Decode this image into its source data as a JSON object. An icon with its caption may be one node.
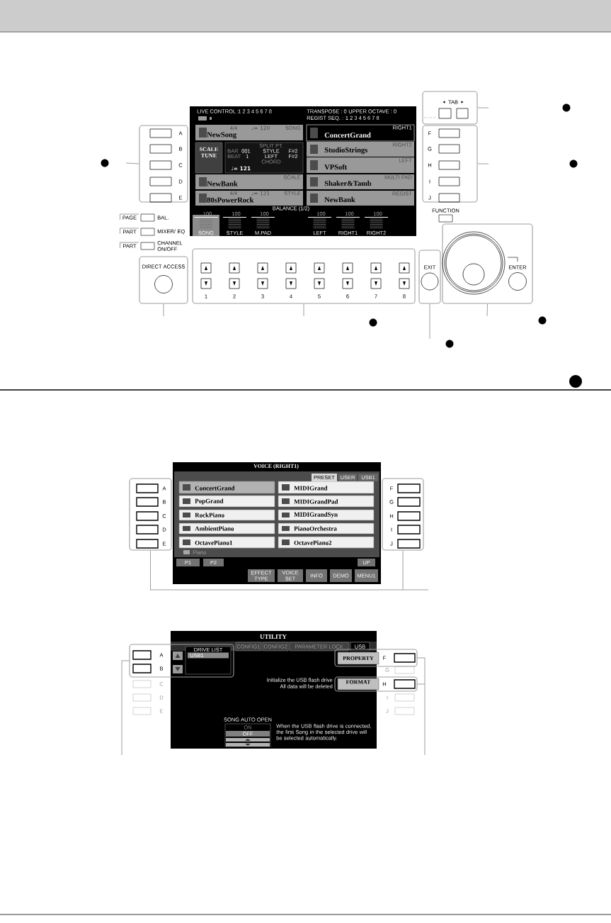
{
  "diagram": {
    "nodes": [
      {
        "text": [
          "A",
          "B",
          "C",
          "D",
          "E"
        ]
      },
      {
        "text": [
          "TAB"
        ]
      },
      {
        "text": [
          "F",
          "G",
          "H",
          "I",
          "J"
        ]
      },
      {
        "text": [
          "4/4",
          "♩= 120",
          "SONG",
          "NewSong"
        ]
      },
      {
        "text": [
          "SCALE TUNE"
        ]
      },
      {
        "text": [
          "BAR",
          "001",
          "BEAT",
          "1",
          "SPLIT PT.",
          "STYLE",
          "F#2",
          "LEFT",
          "F#2",
          "CHORD",
          "♩= 121"
        ]
      },
      {
        "text": [
          "SCALE",
          "NewBank"
        ]
      },
      {
        "text": [
          "4/4",
          "♩= 121",
          "STYLE",
          "80sPowerRock"
        ]
      },
      {
        "text": [
          "RIGHT1",
          "ConcertGrand"
        ]
      },
      {
        "text": [
          "RIGHT2",
          "StudioStrings"
        ]
      },
      {
        "text": [
          "LEFT",
          "VPSoft"
        ]
      },
      {
        "text": [
          "MULTI PAD",
          "Shaker&Tamb"
        ]
      },
      {
        "text": [
          "REGIST",
          "NewBank"
        ]
      },
      {
        "text": [
          "DIRECT ACCESS"
        ]
      },
      {
        "text": [
          "1",
          "2",
          "3",
          "4",
          "5",
          "6",
          "7",
          "8"
        ]
      },
      {
        "text": [
          "EXIT"
        ]
      },
      {
        "text": [
          "ENTER"
        ]
      },
      {
        "text": [
          "A",
          "B",
          "C",
          "D",
          "E"
        ]
      },
      {
        "text": [
          "ConcertGrand"
        ]
      },
      {
        "text": [
          "MIDIGrand"
        ]
      },
      {
        "text": [
          "PopGrand"
        ]
      },
      {
        "text": [
          "MIDIGrandPad"
        ]
      },
      {
        "text": [
          "RockPiano"
        ]
      },
      {
        "text": [
          "MIDIGrandSyn"
        ]
      },
      {
        "text": [
          "AmbientPiano"
        ]
      },
      {
        "text": [
          "PianoOrchestra"
        ]
      },
      {
        "text": [
          "OctavePiano1"
        ]
      },
      {
        "text": [
          "OctavePiano2"
        ]
      },
      {
        "text": [
          "F",
          "G",
          "H",
          "I",
          "J"
        ]
      },
      {
        "text": [
          "PRESET"
        ]
      },
      {
        "text": [
          "USER"
        ]
      },
      {
        "text": [
          "USB1"
        ]
      },
      {
        "text": [
          "P1"
        ]
      },
      {
        "text": [
          "P2"
        ]
      },
      {
        "text": [
          "UP"
        ]
      },
      {
        "text": [
          "EFFECT TYPE"
        ]
      },
      {
        "text": [
          "VOICE SET"
        ]
      },
      {
        "text": [
          "INFO"
        ]
      },
      {
        "text": [
          "DEMO"
        ]
      },
      {
        "text": [
          "MENU1"
        ]
      },
      {
        "text": [
          "CONFIG1"
        ]
      },
      {
        "text": [
          "CONFIG2"
        ]
      },
      {
        "text": [
          "PARAMETER LOCK"
        ]
      },
      {
        "text": [
          "USB"
        ]
      },
      {
        "text": [
          "A",
          "B"
        ]
      },
      {
        "text": [
          "DRIVE LIST",
          "USB1"
        ],
        "in": 44
      },
      {
        "text": [
          "F"
        ]
      },
      {
        "text": [
          "PROPERTY"
        ],
        "in": 46
      },
      {
        "text": [
          "H"
        ]
      },
      {
        "text": [
          "FORMAT"
        ],
        "in": 48
      },
      {
        "text": [
          "SONG AUTO OPEN",
          "ON",
          "OFF"
        ]
      }
    ],
    "edges": [
      {
        "from": 0,
        "to": null,
        "arrow": "none"
      },
      {
        "from": 1,
        "to": null,
        "arrow": "none"
      },
      {
        "from": 2,
        "to": null,
        "arrow": "none"
      },
      {
        "from": 13,
        "to": null,
        "arrow": "none"
      },
      {
        "from": 14,
        "to": null,
        "arrow": "none"
      },
      {
        "from": 15,
        "to": null,
        "arrow": "none"
      },
      {
        "from": 16,
        "to": null,
        "arrow": "none"
      },
      {
        "from": 17,
        "to": null,
        "arrow": "none"
      },
      {
        "from": 28,
        "to": null,
        "arrow": "none"
      },
      {
        "from": 44,
        "to": null,
        "arrow": "none"
      },
      {
        "from": 46,
        "to": null,
        "arrow": "none"
      },
      {
        "from": 48,
        "to": null,
        "arrow": "none"
      }
    ],
    "labels": [
      "LIVE CONTROL :",
      "1 2 3 4 5 6 7 8",
      "TRANSPOSE : 0",
      "UPPER OCTAVE : 0",
      "REGIST SEQ. : 1 2 3 4 5 6 7 8",
      "BALANCE (1/2)",
      "100",
      "100",
      "100",
      "100",
      "100",
      "100",
      "SONG",
      "STYLE",
      "M.PAD",
      "LEFT",
      "RIGHT1",
      "RIGHT2",
      "PAGE",
      "BAL.",
      "PART",
      "MIXER/ EQ",
      "PART",
      "CHANNEL ON/OFF",
      "FUNCTION",
      "VOICE (RIGHT1)",
      "Piano",
      "UTILITY",
      "C",
      "D",
      "E",
      "G",
      "I",
      "J",
      "Initialize the USB flash drive",
      "All data will be deleted",
      "When the USB flash drive is connected, the first Song in the selected drive will be selected automatically."
    ]
  }
}
